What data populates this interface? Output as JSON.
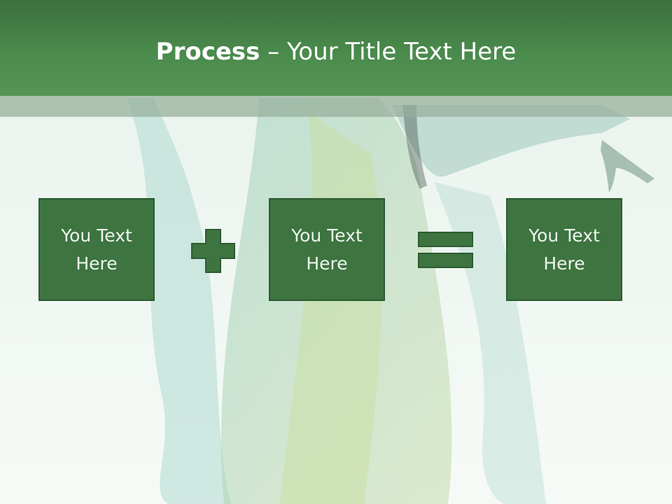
{
  "slide": {
    "title_bold": "Process",
    "title_separator": " – ",
    "title_rest": "Your Title Text Here"
  },
  "boxes": [
    {
      "label": "You Text Here"
    },
    {
      "label": "You Text Here"
    },
    {
      "label": "You Text Here"
    }
  ],
  "operators": {
    "first": "plus-icon",
    "second": "equals-icon"
  },
  "colors": {
    "header": "#4a8a4c",
    "box_fill": "#3d7440",
    "box_border": "#2e5a31",
    "text_light": "#ffffff"
  }
}
